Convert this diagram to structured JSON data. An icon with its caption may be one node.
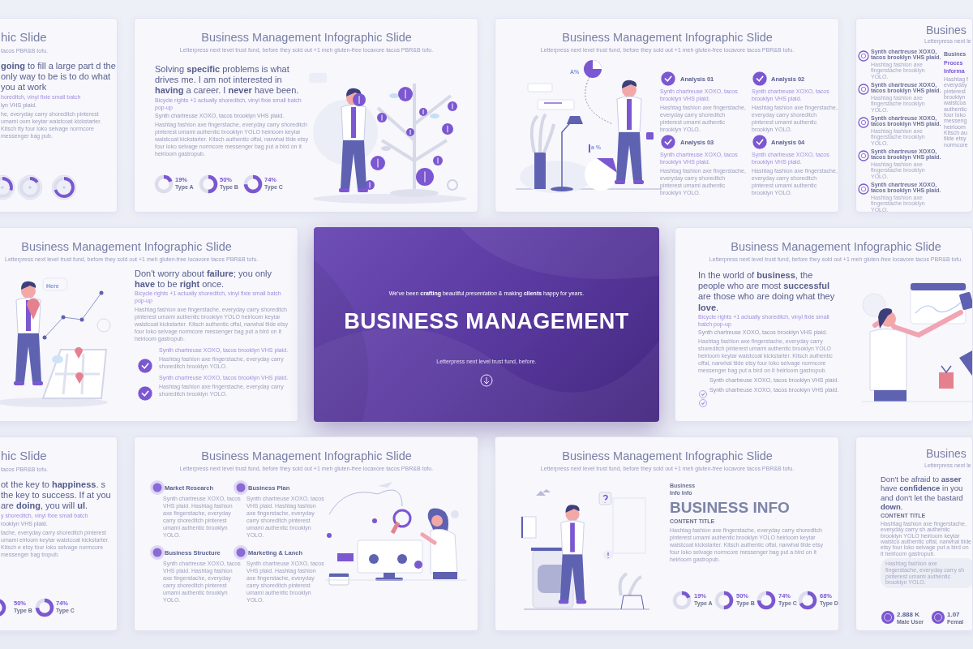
{
  "diagram": {
    "nodes": [
      {
        "text": [
          "hic Slide",
          "tacos PBR&B tofu.",
          "**going** to fill a large part d the only way to be is to do what you at work",
          "horeditch, vinyl fixie small batch",
          "lyn VHS plaid.",
          "he, everyday carry shoreditch pinterest umami oom keytar waistcoat kickstarter. Kitsch tty four loko selvage normcore messenger bag pub."
        ]
      },
      {
        "text": [
          "Business Management Infographic Slide",
          "Letterpress next level trust fund, before they sold out +1 meh gluten-free locavore tacos PBR&B tofu.",
          "Solving **specific** problems is what drives me. I am not interested in **having** a career. I **never** have been.",
          "Bicycle rights +1 actually shoreditch, vinyl fixie small batch pop-up",
          "Synth chartreuse XOXO, tacos brooklyn VHS plaid.",
          "Hashtag fashion axe fingerstache, everyday carry shoreditch pinterest umami authentic brooklyn YOLO heirloom keytar waistcoat kickstarter. Kitsch authentic offal, narwhal tilde etsy four loko selvage normcore messenger bag put a bird on it heirloom gastropub.",
          "19%",
          "Type A",
          "50%",
          "Type B",
          "74%",
          "Type C"
        ]
      },
      {
        "text": [
          "Business Management Infographic Slide",
          "Letterpress next level trust fund, before they sold out +1 meh gluten-free locavore tacos PBR&B tofu.",
          "A%",
          "a %",
          "Analysis 01",
          "Synth chartreuse XOXO, tacos brooklyn VHS plaid.",
          "Hashtag fashion axe fingerstache, everyday carry shoreditch pinterest umami authentic brooklyn YOLO.",
          "Analysis 02",
          "Synth chartreuse XOXO, tacos brooklyn VHS plaid.",
          "Hashtag fashion axe fingerstache, everyday carry shoreditch pinterest umami authentic brooklyn YOLO.",
          "Analysis 03",
          "Synth chartreuse XOXO, tacos brooklyn VHS plaid.",
          "Hashtag fashion axe fingerstache, everyday carry shoreditch pinterest umami authentic brooklyn YOLO.",
          "Analysis 04",
          "Synth chartreuse XOXO, tacos brooklyn VHS plaid.",
          "Hashtag fashion axe fingerstache, everyday carry shoreditch pinterest umami authentic brooklyn YOLO."
        ]
      },
      {
        "text": [
          "Busines",
          "Letterpress next le",
          "Synth chartreuse XOXO, tacos brooklyn VHS plaid.",
          "Hashtag fashion axe fingerstache brooklyn YOLO.",
          "Synth chartreuse XOXO, tacos brooklyn VHS plaid.",
          "Hashtag fashion axe fingerstache brooklyn YOLO.",
          "Synth chartreuse XOXO, tacos brooklyn VHS plaid.",
          "Hashtag fashion axe fingerstache brooklyn YOLO.",
          "Synth chartreuse XOXO, tacos brooklyn VHS plaid.",
          "Hashtag fashion axe fingerstache brooklyn YOLO.",
          "Synth chartreuse XOXO, tacos brooklyn VHS plaid.",
          "Hashtag fashion axe fingerstache brooklyn YOLO.",
          "Busines",
          "Proces Informa",
          "Hashtag f everyday pinterest brooklyn waistcoa authentic four loko messeng heirloom Kitsch au tilde etsy normcore"
        ]
      },
      {
        "text": [
          "Business Management Infographic Slide",
          "Letterpress next level trust fund, before they sold out +1 meh gluten-free locavore tacos PBR&B tofu.",
          "Here",
          "Don't worry about **failure**; you only **have** to be **right** once.",
          "Bicycle rights +1 actually shoreditch, vinyl fixie small batch pop-up",
          "Hashtag fashion axe fingerstache, everyday carry shoreditch pinterest umami authentic brooklyn YOLO heirloom keytar waistcoat kickstarter. Kitsch authentic offal, narwhal tilde etsy four loko selvage normcore messenger bag put a bird on it heirloom gastropub.",
          "Synth chartreuse XOXO, tacos brooklyn VHS plaid.",
          "Hashtag fashion axe fingerstache, everyday carry shoreditch brooklyn YOLO.",
          "Synth chartreuse XOXO, tacos brooklyn VHS plaid.",
          "Hashtag fashion axe fingerstache, everyday carry shoreditch brooklyn YOLO."
        ]
      },
      {
        "text": [
          "We've been **crafting** beautiful *presentation* & making **clients** happy for years.",
          "BUSINESS MANAGEMENT",
          "Letterpress next level trust fund, before."
        ]
      },
      {
        "text": [
          "Business Management Infographic Slide",
          "Letterpress next level trust fund, before they sold out +1 meh gluten-free locavore tacos PBR&B tofu.",
          "In the world of **business**, the people who are most **successful** are those who are doing what they **love**.",
          "Bicycle rights +1 actually shoreditch, vinyl fixie small batch pop-up",
          "Synth chartreuse XOXO, tacos brooklyn VHS plaid.",
          "Hashtag fashion axe fingerstache, everyday carry shoreditch pinterest umami authentic brooklyn YOLO heirloom keytar waistcoat kickstarter. Kitsch authentic offal, narwhal tilde etsy four loko selvage normcore messenger bag put a bird on it heirloom gastropub.",
          "Synth chartreuse XOXO, tacos brooklyn VHS plaid.",
          "Synth chartreuse XOXO, tacos brooklyn VHS plaid."
        ]
      },
      {
        "text": [
          "hic Slide",
          "tacos PBR&B tofu.",
          "ot the key to **happiness**. s the key to success. If at you are **doing**, you will **ul**.",
          "y shoreditch, vinyl fixie small batch",
          "rooklyn VHS plaid.",
          "tache, everyday carry shoreditch pinterest umami eirloom keytar waistcoat kickstarter. Kitsch e etsy four loko selvage normcore messenger bag tropub.",
          "50%",
          "Type B",
          "74%",
          "Type C"
        ]
      },
      {
        "text": [
          "Business Management Infographic Slide",
          "Letterpress next level trust fund, before they sold out +1 meh gluten-free locavore tacos PBR&B tofu.",
          "Market Research",
          "Synth chartreuse XOXO, tacos VHS plaid. Hashtag fashion axe fingerstache, everyday carry shoreditch pinterest umami authentic brooklyn YOLO.",
          "Business Plan",
          "Synth chartreuse XOXO, tacos VHS plaid. Hashtag fashion axe fingerstache, everyday carry shoreditch pinterest umami authentic brooklyn YOLO.",
          "Business Structure",
          "Synth chartreuse XOXO, tacos VHS plaid. Hashtag fashion axe fingerstache, everyday carry shoreditch pinterest umami authentic brooklyn YOLO.",
          "Marketing & Lanch",
          "Synth chartreuse XOXO, tacos VHS plaid. Hashtag fashion axe fingerstache, everyday carry shoreditch pinterest umami authentic brooklyn YOLO."
        ]
      },
      {
        "text": [
          "Business Management Infographic Slide",
          "Letterpress next level trust fund, before they sold out +1 meh gluten-free locavore tacos PBR&B tofu.",
          "Business Info Info",
          "**BUSINESS** INFO",
          "CONTENT TITLE",
          "Hashtag fashion axe fingerstache, everyday carry shoreditch pinterest umami authentic brooklyn YOLO heirloom keytar waistcoat kickstarter. Kitsch authentic offal, narwhal tilde etsy four loko selvage normcore messenger bag put a bird on it heirloom gastropub.",
          "19%",
          "Type A",
          "50%",
          "Type B",
          "74%",
          "Type C",
          "68%",
          "Type D"
        ]
      },
      {
        "text": [
          "Busines",
          "Letterpress next le",
          "Don't be afraid to **asser** have **confidence** in you and don't let the bastard **down**.",
          "CONTENT TITLE",
          "Hashtag fashion axe fingerstache, everyday carry sh authentic brooklyn YOLO heirloom keytar waistco authentic offal, narwhal tilde etsy four loko selvage put a bird on it heirloom gastropub.",
          "Hashtag fashion axe fingerstache, everyday carry sh pinterest umami authentic brooklyn YOLO.",
          "2.888 K",
          "Male User",
          "1.07",
          "Femal"
        ]
      }
    ]
  }
}
